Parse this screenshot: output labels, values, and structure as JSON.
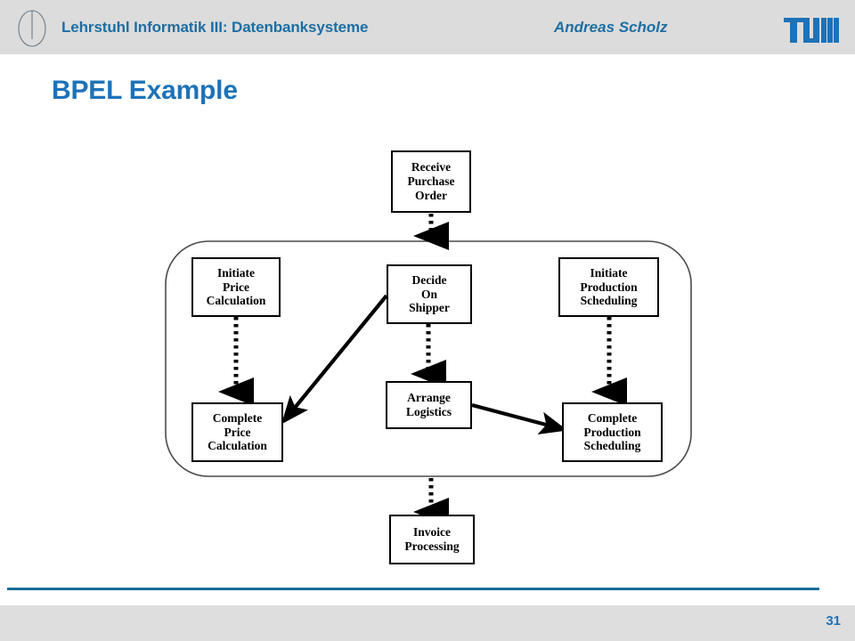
{
  "header": {
    "title": "Lehrstuhl Informatik III: Datenbanksysteme",
    "author": "Andreas Scholz",
    "dept_logo_name": "department-ellipse-logo",
    "brand_logo_name": "tum-logo",
    "brand_color": "#1d72b8",
    "bar_color": "#dcdcdc"
  },
  "slide": {
    "title": "BPEL Example",
    "title_color": "#1d72b8"
  },
  "footer": {
    "rule_color": "#1b6d97",
    "bar_color": "#dedede",
    "page_number": "31"
  },
  "diagram": {
    "type": "flowchart",
    "scope_label": "",
    "boxes": [
      {
        "id": "receive-purchase-order",
        "lines": [
          "Receive",
          "Purchase",
          "Order"
        ]
      },
      {
        "id": "initiate-price-calculation",
        "lines": [
          "Initiate",
          "Price",
          "Calculation"
        ]
      },
      {
        "id": "decide-on-shipper",
        "lines": [
          "Decide",
          "On",
          "Shipper"
        ]
      },
      {
        "id": "initiate-production-scheduling",
        "lines": [
          "Initiate",
          "Production",
          "Scheduling"
        ]
      },
      {
        "id": "complete-price-calculation",
        "lines": [
          "Complete",
          "Price",
          "Calculation"
        ]
      },
      {
        "id": "arrange-logistics",
        "lines": [
          "Arrange",
          "Logistics"
        ]
      },
      {
        "id": "complete-production-scheduling",
        "lines": [
          "Complete",
          "Production",
          "Scheduling"
        ]
      },
      {
        "id": "invoice-processing",
        "lines": [
          "Invoice",
          "Processing"
        ]
      }
    ],
    "edges": [
      {
        "from": "receive-purchase-order",
        "to": "scope",
        "style": "dotted"
      },
      {
        "from": "initiate-price-calculation",
        "to": "complete-price-calculation",
        "style": "dotted"
      },
      {
        "from": "decide-on-shipper",
        "to": "arrange-logistics",
        "style": "dotted"
      },
      {
        "from": "initiate-production-scheduling",
        "to": "complete-production-scheduling",
        "style": "dotted"
      },
      {
        "from": "decide-on-shipper",
        "to": "complete-price-calculation",
        "style": "solid"
      },
      {
        "from": "arrange-logistics",
        "to": "complete-production-scheduling",
        "style": "solid"
      },
      {
        "from": "scope",
        "to": "invoice-processing",
        "style": "dotted"
      }
    ]
  }
}
